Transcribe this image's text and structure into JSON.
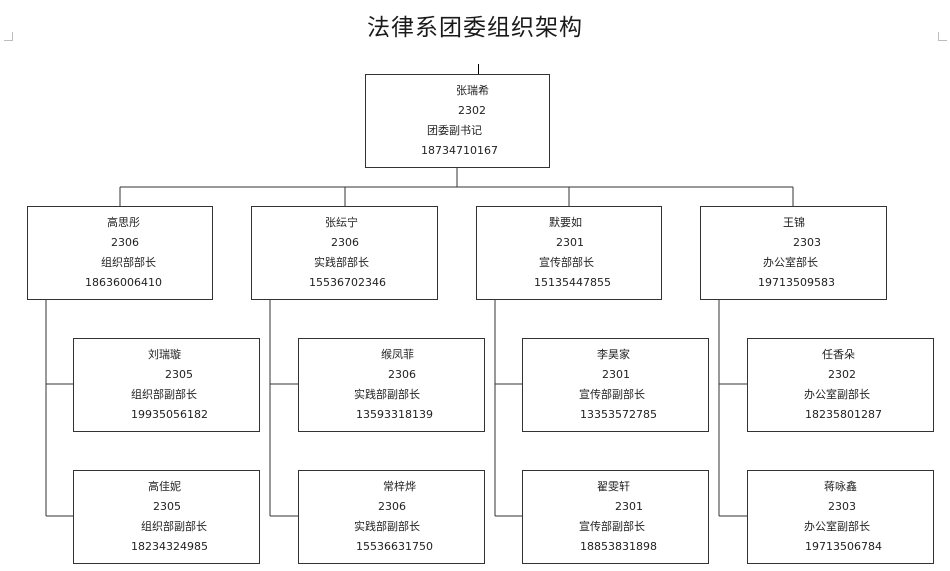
{
  "title": "法律系团委组织架构",
  "root": {
    "name": "张瑞希",
    "class": "2302",
    "role": "团委副书记",
    "phone": "18734710167"
  },
  "departments": [
    {
      "head": {
        "name": "高思彤",
        "class": "2306",
        "role": "组织部部长",
        "phone": "18636006410"
      },
      "deputies": [
        {
          "name": "刘瑞璇",
          "class": "2305",
          "role": "组织部副部长",
          "phone": "19935056182"
        },
        {
          "name": "高佳妮",
          "class": "2305",
          "role": "组织部副部长",
          "phone": "18234324985"
        }
      ]
    },
    {
      "head": {
        "name": "张纭宁",
        "class": "2306",
        "role": "实践部部长",
        "phone": "15536702346"
      },
      "deputies": [
        {
          "name": "缑凤菲",
          "class": "2306",
          "role": "实践部副部长",
          "phone": "13593318139"
        },
        {
          "name": "常梓烨",
          "class": "2306",
          "role": "实践部副部长",
          "phone": "15536631750"
        }
      ]
    },
    {
      "head": {
        "name": "默要如",
        "class": "2301",
        "role": "宣传部部长",
        "phone": "15135447855"
      },
      "deputies": [
        {
          "name": "李昊家",
          "class": "2301",
          "role": "宣传部副部长",
          "phone": "13353572785"
        },
        {
          "name": "翟雯轩",
          "class": "2301",
          "role": "宣传部副部长",
          "phone": "18853831898"
        }
      ]
    },
    {
      "head": {
        "name": "王锦",
        "class": "2303",
        "role": "办公室部长",
        "phone": "19713509583"
      },
      "deputies": [
        {
          "name": "任香朵",
          "class": "2302",
          "role": "办公室副部长",
          "phone": "18235801287"
        },
        {
          "name": "蒋咏鑫",
          "class": "2303",
          "role": "办公室副部长",
          "phone": "19713506784"
        }
      ]
    }
  ]
}
